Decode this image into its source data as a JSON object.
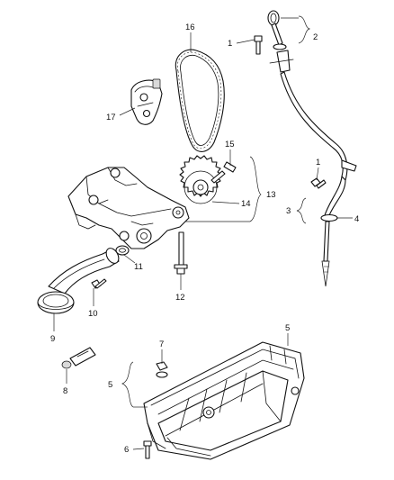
{
  "callouts": [
    {
      "id": "1a",
      "text": "1"
    },
    {
      "id": "2",
      "text": "2"
    },
    {
      "id": "16",
      "text": "16"
    },
    {
      "id": "17",
      "text": "17"
    },
    {
      "id": "15",
      "text": "15"
    },
    {
      "id": "14",
      "text": "14"
    },
    {
      "id": "13",
      "text": "13"
    },
    {
      "id": "1b",
      "text": "1"
    },
    {
      "id": "3",
      "text": "3"
    },
    {
      "id": "4",
      "text": "4"
    },
    {
      "id": "11",
      "text": "11"
    },
    {
      "id": "12",
      "text": "12"
    },
    {
      "id": "10",
      "text": "10"
    },
    {
      "id": "9",
      "text": "9"
    },
    {
      "id": "8",
      "text": "8"
    },
    {
      "id": "7",
      "text": "7"
    },
    {
      "id": "5a",
      "text": "5"
    },
    {
      "id": "5b",
      "text": "5"
    },
    {
      "id": "6",
      "text": "6"
    }
  ]
}
